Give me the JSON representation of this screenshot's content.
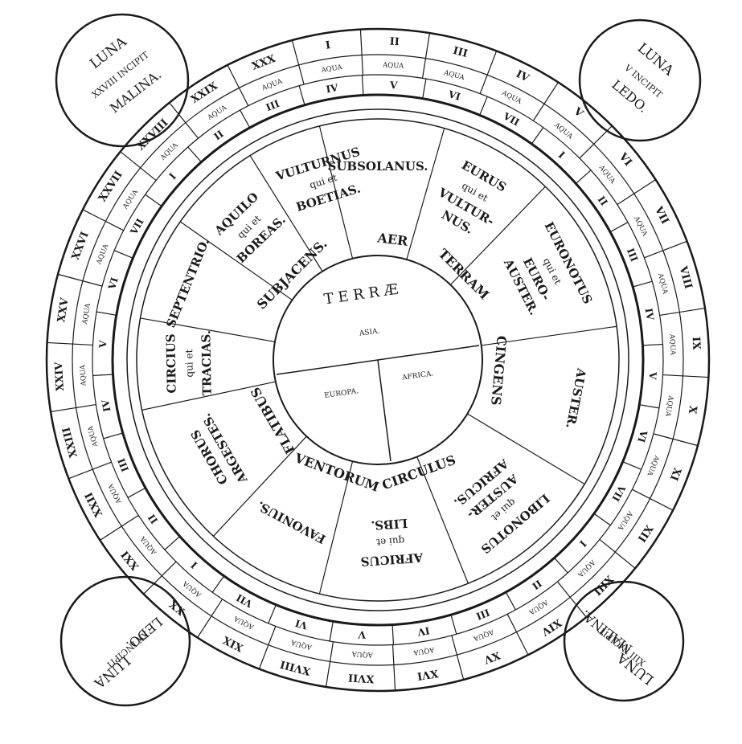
{
  "corners": [
    {
      "lines": [
        "LUNA",
        "XXVIII INCIPIT",
        "MALINA."
      ]
    },
    {
      "lines": [
        "LUNA",
        "V INCIPIT",
        "LEDO."
      ]
    },
    {
      "lines": [
        "LUNA",
        "XIII INCIPIT",
        "MALINA."
      ]
    },
    {
      "lines": [
        "LUNA",
        "XX INCIPIT",
        "LEDO."
      ]
    }
  ],
  "days": [
    "I",
    "II",
    "III",
    "IV",
    "V",
    "VI",
    "VII",
    "VIII",
    "IX",
    "X",
    "XI",
    "XII",
    "XIII",
    "XIV",
    "XV",
    "XVI",
    "XVII",
    "XVIII",
    "XIX",
    "XX",
    "XXI",
    "XXII",
    "XXIII",
    "XXIV",
    "XXV",
    "XXVI",
    "XXVII",
    "XXVIII",
    "XXIX",
    "XXX"
  ],
  "aqua_label": "AQUA",
  "inner_numbers": [
    "IV",
    "V",
    "VI",
    "VII",
    "I",
    "II",
    "III",
    "IV",
    "V",
    "VI",
    "VII",
    "I",
    "II",
    "III",
    "IV",
    "V",
    "VI",
    "VII",
    "I",
    "II",
    "III",
    "IV",
    "V",
    "VI",
    "VII",
    "I",
    "II",
    "III"
  ],
  "winds": [
    {
      "lines": [
        "SUBSOLANUS."
      ]
    },
    {
      "lines": [
        "EURUS",
        "qui et",
        "VULTUR-",
        "NUS."
      ]
    },
    {
      "lines": [
        "EURONOTUS",
        "qui et",
        "EURO-",
        "AUSTER."
      ]
    },
    {
      "lines": [
        "AUSTER."
      ]
    },
    {
      "lines": [
        "LIBONOTUS",
        "qui et",
        "AUSTER-",
        "AFRICUS."
      ]
    },
    {
      "lines": [
        "AFRICUS",
        "qui et",
        "LIBS."
      ]
    },
    {
      "lines": [
        "FAVONIUS."
      ]
    },
    {
      "lines": [
        "CHORUS",
        "ARGESTES."
      ]
    },
    {
      "lines": [
        "CIRCIUS",
        "qui et",
        "TRACIAS."
      ]
    },
    {
      "lines": [
        "SEPTENTRIO."
      ]
    },
    {
      "lines": [
        "AQUILO",
        "qui et",
        "BOREAS."
      ]
    },
    {
      "lines": [
        "VULTURNUS",
        "qui et",
        "BOETIAS."
      ]
    }
  ],
  "ring_words": [
    "AER",
    "TERRAM",
    "CINGENS",
    "CIRCULUS",
    "VENTORUM",
    "FLATIBUS",
    "SUBJACENS."
  ],
  "terrae": "T E R R Æ",
  "continents": {
    "asia": "ASIA.",
    "europa": "EUROPA.",
    "africa": "AFRICA."
  }
}
